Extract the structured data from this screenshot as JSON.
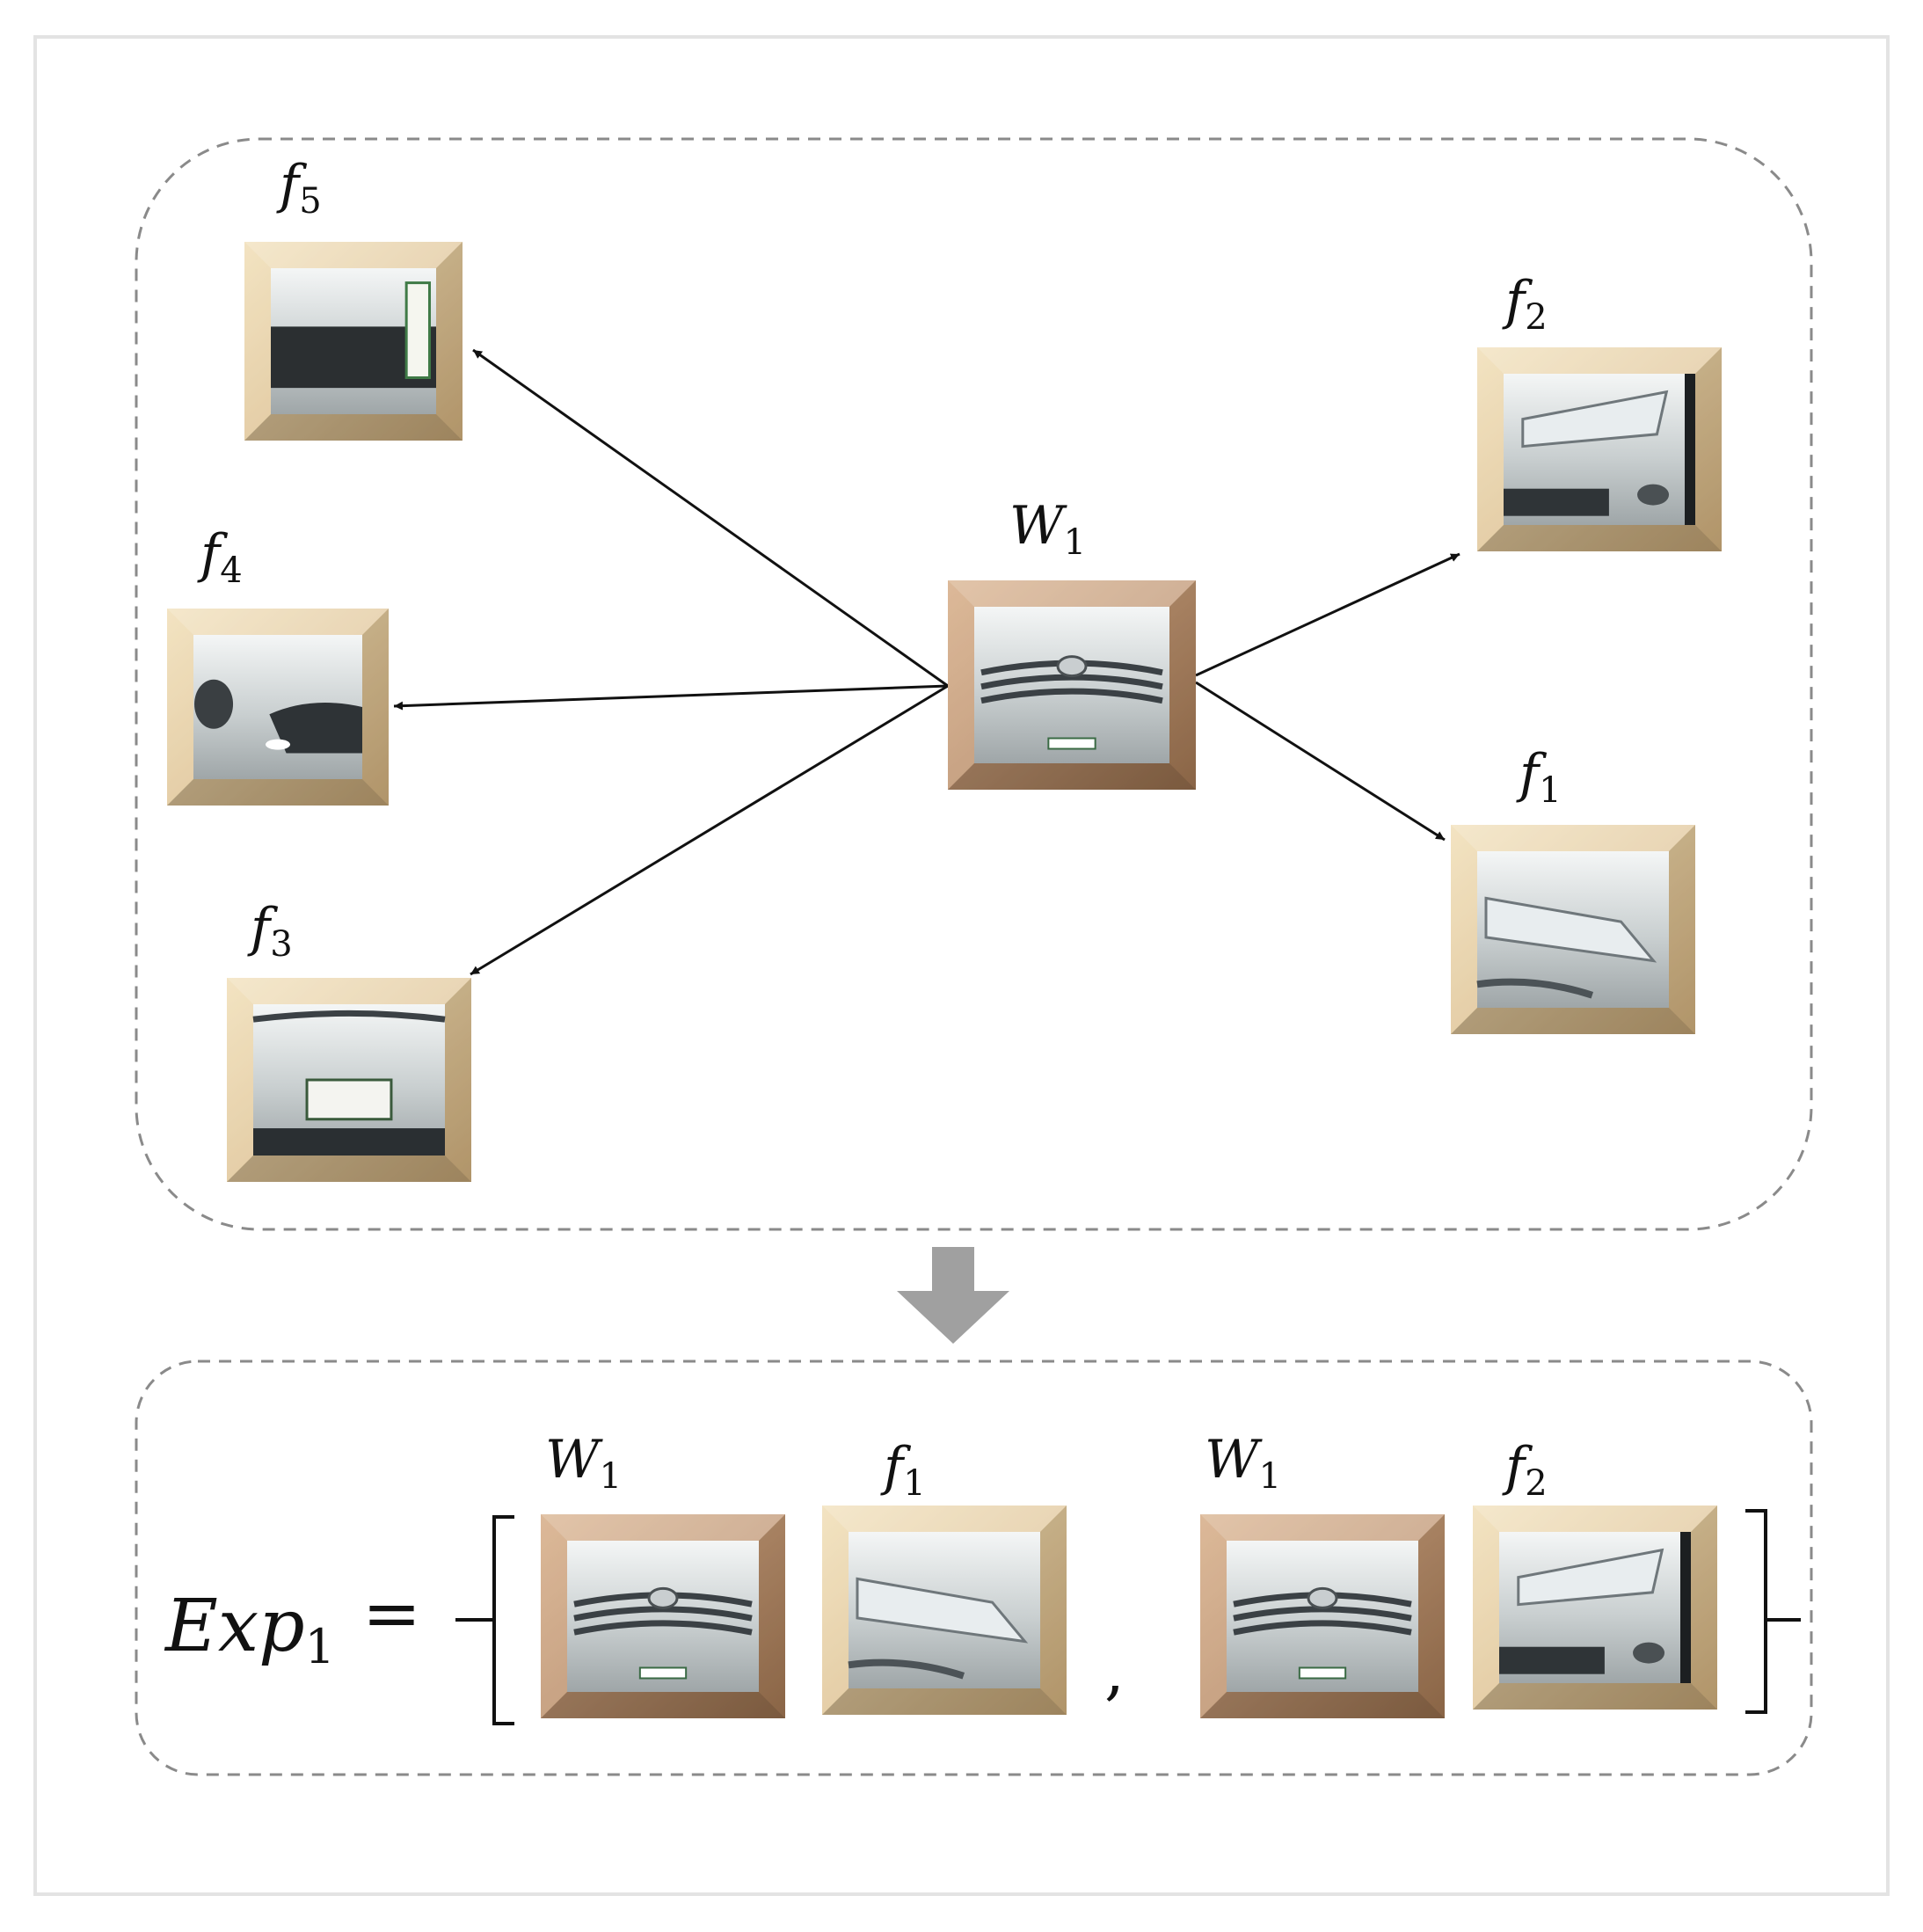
{
  "diagram": {
    "nodes": [
      {
        "id": "w1",
        "name": "W",
        "sub": "1",
        "frame": "dark"
      },
      {
        "id": "f1",
        "name": "f",
        "sub": "1",
        "frame": "light"
      },
      {
        "id": "f2",
        "name": "f",
        "sub": "2",
        "frame": "light"
      },
      {
        "id": "f3",
        "name": "f",
        "sub": "3",
        "frame": "light"
      },
      {
        "id": "f4",
        "name": "f",
        "sub": "4",
        "frame": "light"
      },
      {
        "id": "f5",
        "name": "f",
        "sub": "5",
        "frame": "light"
      }
    ],
    "edges": [
      {
        "from": "w1",
        "to": "f5"
      },
      {
        "from": "w1",
        "to": "f4"
      },
      {
        "from": "w1",
        "to": "f3"
      },
      {
        "from": "w1",
        "to": "f2"
      },
      {
        "from": "w1",
        "to": "f1"
      }
    ]
  },
  "expression": {
    "lhs_name": "Exp",
    "lhs_sub": "1",
    "equals": "=",
    "separator": ",",
    "pairs": [
      [
        {
          "name": "W",
          "sub": "1"
        },
        {
          "name": "f",
          "sub": "1"
        }
      ],
      [
        {
          "name": "W",
          "sub": "1"
        },
        {
          "name": "f",
          "sub": "2"
        }
      ]
    ]
  },
  "colors": {
    "frame_light": "#e6d1a6",
    "frame_dark": "#bf9470",
    "edge": "#111111",
    "dashed_border": "#8a8a8a",
    "down_arrow": "#a0a0a0"
  }
}
